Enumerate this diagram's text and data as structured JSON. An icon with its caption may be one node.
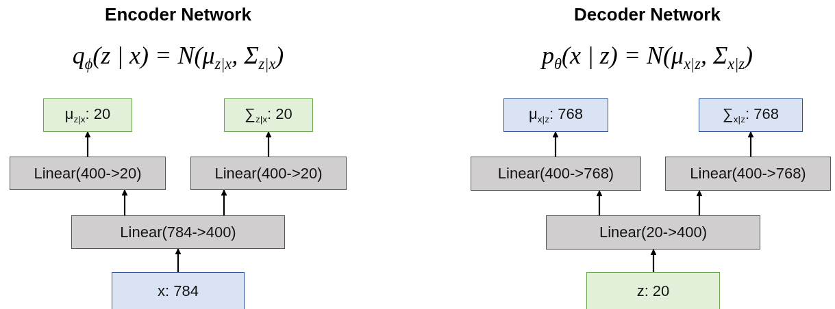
{
  "diagram": {
    "nodes": [
      {
        "text": [
          "μ$_{z|x}$: 20"
        ]
      },
      {
        "text": [
          "∑$_{z|x}$: 20"
        ]
      },
      {
        "text": [
          "μ$_{x|z}$: 768"
        ]
      },
      {
        "text": [
          "∑$_{x|z}$: 768"
        ]
      },
      {
        "text": [
          "Linear(400->20)"
        ]
      },
      {
        "text": [
          "Linear(400->20)"
        ]
      },
      {
        "text": [
          "Linear(400->768)"
        ]
      },
      {
        "text": [
          "Linear(400->768)"
        ]
      },
      {
        "text": [
          "Linear(784->400)"
        ]
      },
      {
        "text": [
          "Linear(20->400)"
        ]
      },
      {
        "text": [
          "x: 784"
        ]
      },
      {
        "text": [
          "z: 20"
        ]
      }
    ],
    "edges": [
      {
        "from": 4,
        "to": 0,
        "arrow": "to"
      },
      {
        "from": 5,
        "to": 1,
        "arrow": "to"
      },
      {
        "from": 6,
        "to": 2,
        "arrow": "to"
      },
      {
        "from": 7,
        "to": 3,
        "arrow": "to"
      },
      {
        "from": 8,
        "to": 4,
        "arrow": "to"
      },
      {
        "from": 8,
        "to": 5,
        "arrow": "to"
      },
      {
        "from": 9,
        "to": 6,
        "arrow": "to"
      },
      {
        "from": 9,
        "to": 7,
        "arrow": "to"
      },
      {
        "from": 10,
        "to": 8,
        "arrow": "to"
      },
      {
        "from": 11,
        "to": 9,
        "arrow": "to"
      }
    ],
    "labels": [
      "Encoder Network",
      "Decoder Network",
      "q$_{ϕ}$(z | x) = N(μ$_{z|x}$, Σ$_{z|x}$)",
      "p$_{θ}$(x | z) = N(μ$_{x|z}$, Σ$_{x|z}$)"
    ]
  }
}
